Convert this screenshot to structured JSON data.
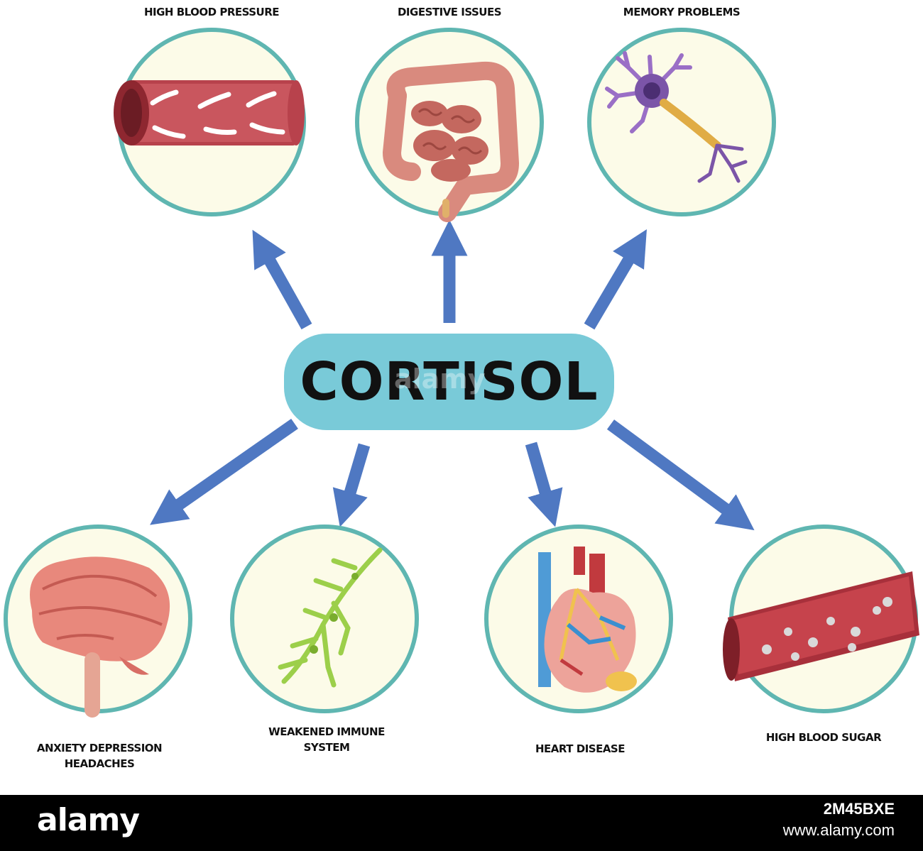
{
  "center": {
    "label": "CORTISOL"
  },
  "nodes": [
    {
      "id": "blood-vessel",
      "label": "HIGH BLOOD PRESSURE",
      "icon": "blood-vessel-icon"
    },
    {
      "id": "intestine",
      "label": "DIGESTIVE ISSUES",
      "icon": "intestine-icon"
    },
    {
      "id": "neuron",
      "label": "MEMORY PROBLEMS",
      "icon": "neuron-icon"
    },
    {
      "id": "brain",
      "label": "ANXIETY DEPRESSION HEADACHES",
      "icon": "brain-icon"
    },
    {
      "id": "lymph",
      "label": "WEAKENED IMMUNE SYSTEM",
      "icon": "lymph-vessel-icon"
    },
    {
      "id": "heart",
      "label": "HEART DISEASE",
      "icon": "heart-icon"
    },
    {
      "id": "blood-sugar",
      "label": "HIGH BLOOD SUGAR",
      "icon": "blood-sugar-vessel-icon"
    }
  ],
  "watermark": {
    "text": "alamy"
  },
  "footer": {
    "brand": "alamy",
    "code": "2M45BXE",
    "url": "www.alamy.com"
  },
  "colors": {
    "circle_fill": "#fcfbe8",
    "circle_stroke": "#5fb6b1",
    "arrow": "#4f78c2",
    "hub_fill": "#79cad8",
    "footer_bg": "#000000"
  }
}
